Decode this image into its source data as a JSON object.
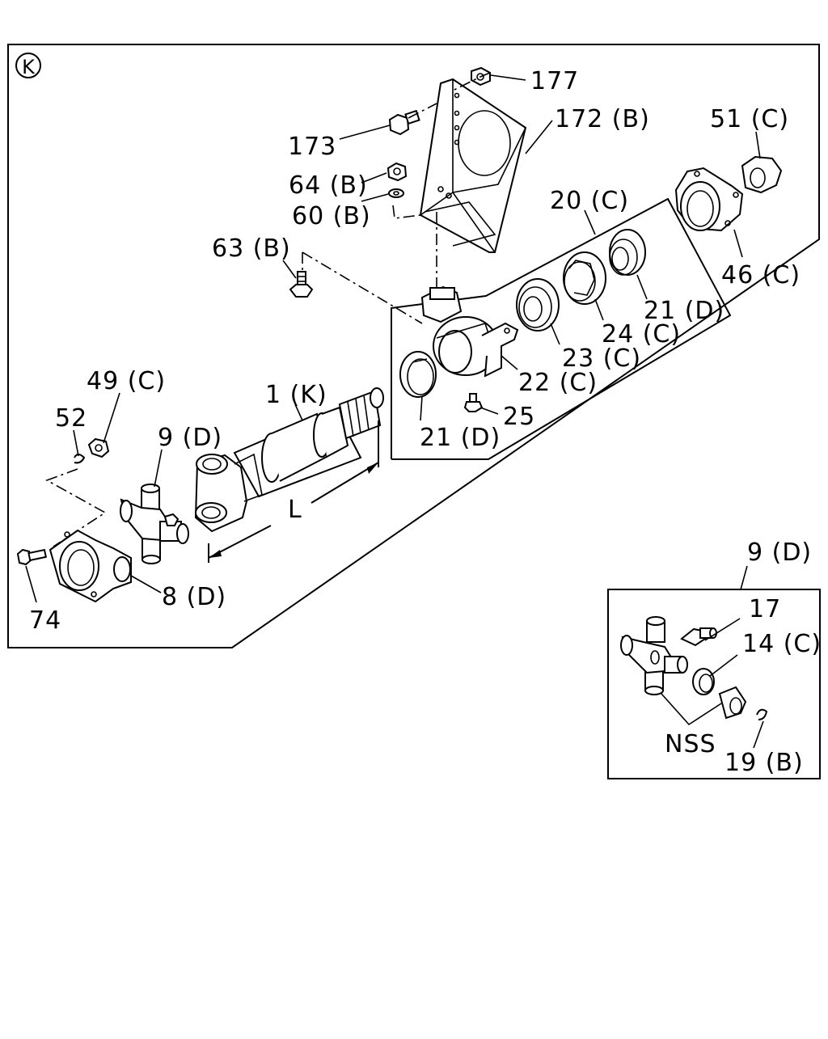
{
  "diagram": {
    "view_marker": "K",
    "dimension_label": "L",
    "inset_group_label": "NSS",
    "labels": {
      "p177": "177",
      "p172": "172 (B)",
      "p173": "173",
      "p51": "51 (C)",
      "p64": "64 (B)",
      "p60": "60 (B)",
      "p20": "20 (C)",
      "p63": "63 (B)",
      "p46": "46 (C)",
      "p21_upper": "21 (D)",
      "p24": "24 (C)",
      "p23": "23 (C)",
      "p22": "22 (C)",
      "p49": "49 (C)",
      "p1": "1 (K)",
      "p25": "25",
      "p52": "52",
      "p9": "9 (D)",
      "p21_lower": "21 (D)",
      "p8": "8 (D)",
      "p74": "74",
      "p9_inset": "9 (D)",
      "p17": "17",
      "p14": "14 (C)",
      "p19": "19 (B)"
    }
  }
}
